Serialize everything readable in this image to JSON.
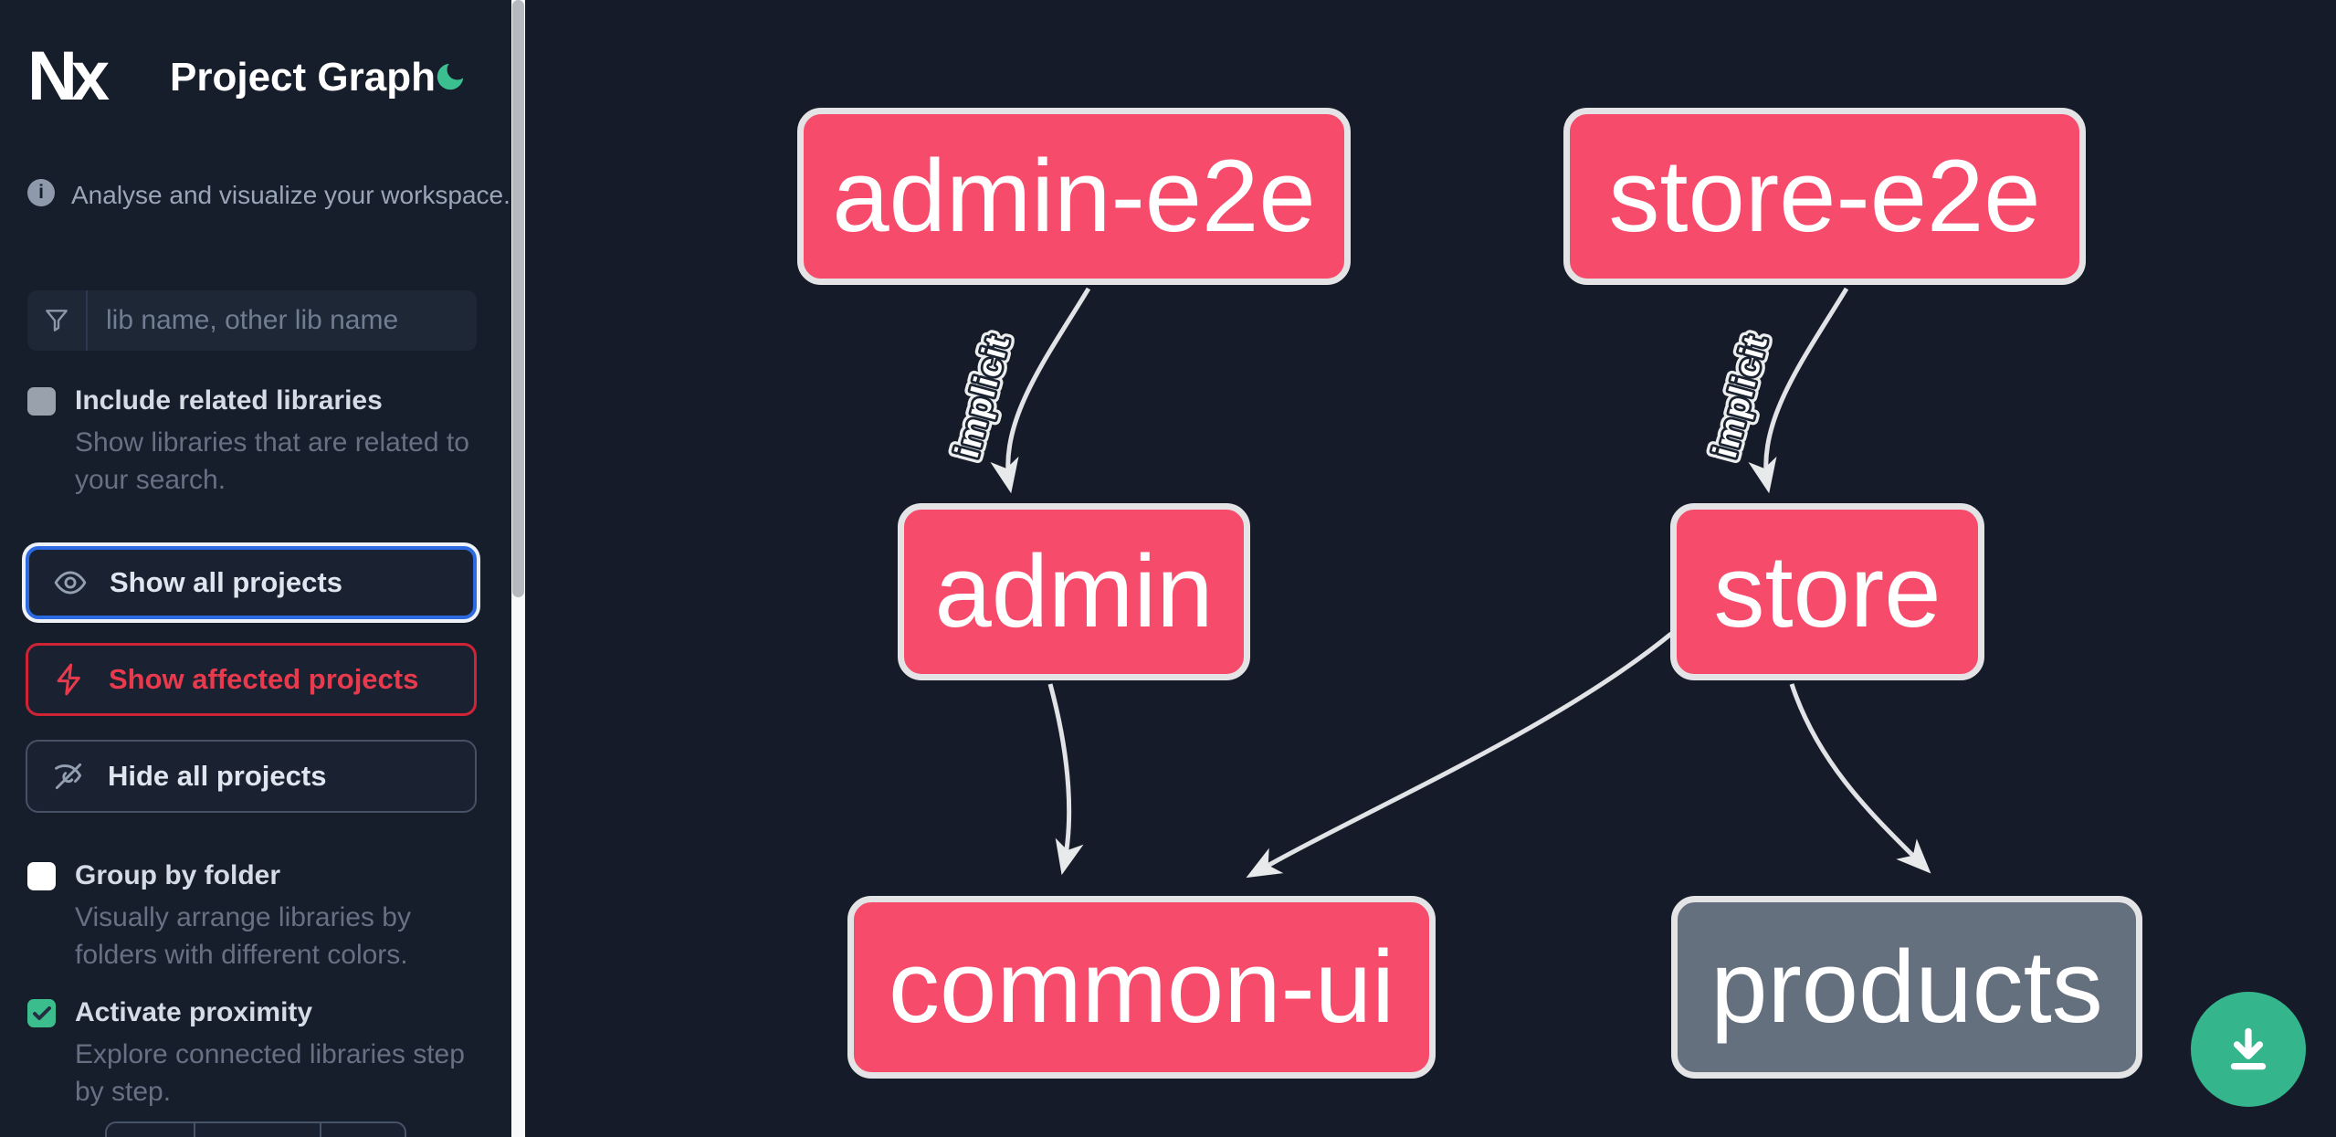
{
  "app": {
    "logo_text": "Nx",
    "title": "Project Graph"
  },
  "theme_toggle": {
    "icon": "moon-icon",
    "color": "#3cbf90"
  },
  "sidebar": {
    "tagline": "Analyse and visualize your workspace.",
    "search": {
      "placeholder": "lib name, other lib name",
      "icon": "funnel-icon",
      "value": ""
    },
    "include_related": {
      "label": "Include related libraries",
      "description": "Show libraries that are related to your search.",
      "checked": false
    },
    "actions": {
      "show_all": {
        "label": "Show all projects",
        "icon": "eye-icon"
      },
      "show_affected": {
        "label": "Show affected projects",
        "icon": "bolt-icon"
      },
      "hide_all": {
        "label": "Hide all projects",
        "icon": "eye-off-icon"
      }
    },
    "group_by_folder": {
      "label": "Group by folder",
      "description": "Visually arrange libraries by folders with different colors.",
      "checked": false
    },
    "activate_proximity": {
      "label": "Activate proximity",
      "description": "Explore connected libraries step by step.",
      "checked": true
    }
  },
  "graph": {
    "nodes": [
      {
        "id": "admin-e2e",
        "label": "admin-e2e",
        "color": "pink"
      },
      {
        "id": "store-e2e",
        "label": "store-e2e",
        "color": "pink"
      },
      {
        "id": "admin",
        "label": "admin",
        "color": "pink"
      },
      {
        "id": "store",
        "label": "store",
        "color": "pink"
      },
      {
        "id": "common-ui",
        "label": "common-ui",
        "color": "pink"
      },
      {
        "id": "products",
        "label": "products",
        "color": "gray"
      }
    ],
    "edges": [
      {
        "source": "admin-e2e",
        "target": "admin",
        "label": "implicit"
      },
      {
        "source": "store-e2e",
        "target": "store",
        "label": "implicit"
      },
      {
        "source": "admin",
        "target": "common-ui",
        "label": ""
      },
      {
        "source": "store",
        "target": "common-ui",
        "label": ""
      },
      {
        "source": "store",
        "target": "products",
        "label": ""
      }
    ]
  },
  "fab": {
    "icon": "download-icon",
    "color": "#34b58b"
  },
  "colors": {
    "background": "#151b28",
    "sidebar_background": "#161d2b",
    "node_pink": "#f74b6b",
    "node_gray": "#65707f",
    "node_border": "#e4e4e6",
    "edge": "#e2e3e6",
    "focus_blue": "#2d69e0",
    "affected_red": "#e93a4d",
    "accent_green": "#3cbd8e"
  }
}
